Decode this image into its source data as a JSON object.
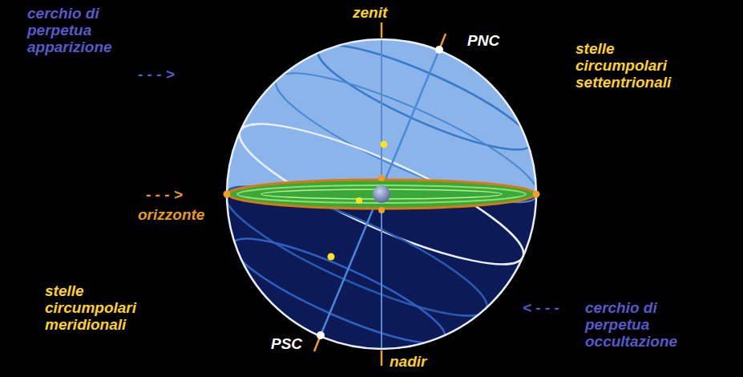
{
  "diagram": {
    "labels": [
      "cerchio di perpetua apparizione",
      "- - - >",
      "zenit",
      "PNC",
      "stelle circumpolari settentrionali",
      "- - - >",
      "orizzonte",
      "stelle circumpolari meridionali",
      "PSC",
      "nadir",
      "< - - -",
      "cerchio di perpetua occultazione"
    ]
  }
}
